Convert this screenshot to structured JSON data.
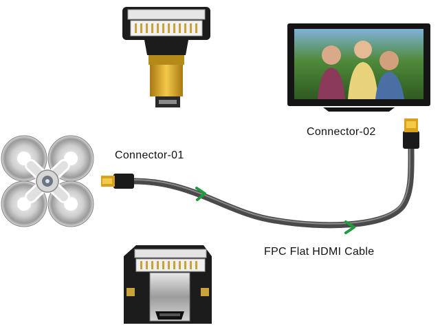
{
  "labels": {
    "connector_01": "Connector-01",
    "connector_02": "Connector-02",
    "cable": "FPC Flat HDMI Cable"
  },
  "colors": {
    "cable": "#4a4a4a",
    "cable_highlight": "#8a8a8a",
    "arrow": "#1f9a3c",
    "plug_gold": "#d9a21c",
    "pcb": "#1c1c1c",
    "tv_frame": "#151515",
    "metal": "#b8b8b8"
  },
  "icons": {
    "drone": "quadcopter-drone-icon",
    "tv": "television-icon",
    "arrow": "direction-arrow-icon"
  }
}
